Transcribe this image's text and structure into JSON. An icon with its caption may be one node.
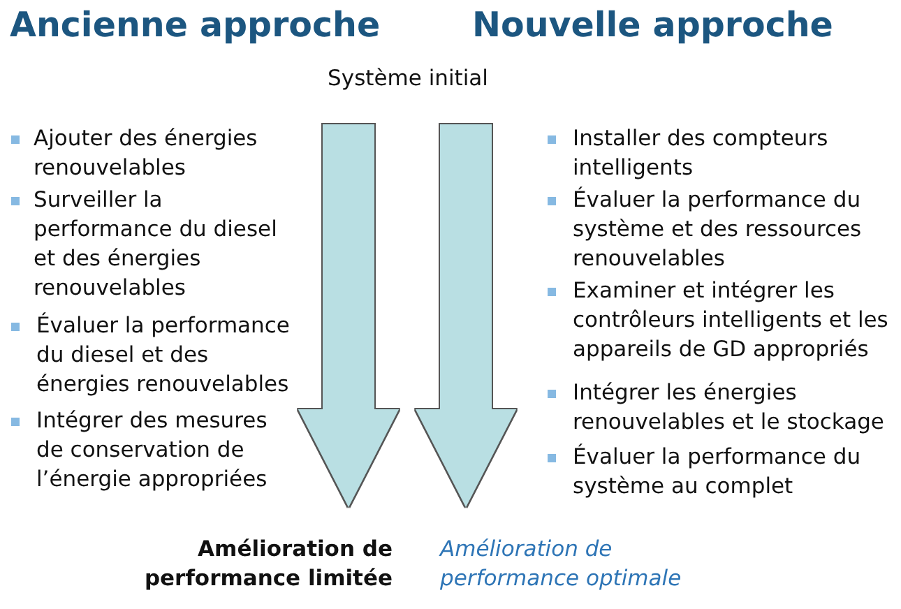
{
  "diagram": {
    "nodes": [
      {
        "text": [
          "Système initial"
        ]
      },
      {
        "text": [
          "Amélioration de performance limitée"
        ]
      },
      {
        "text": [
          "Amélioration de performance optimale"
        ]
      }
    ],
    "edges": [
      {
        "from": 0,
        "to": 1,
        "arrow": "to"
      },
      {
        "from": 0,
        "to": 2,
        "arrow": "to"
      }
    ],
    "labels": [
      "Ancienne approche",
      "Nouvelle approche",
      "Ajouter des énergies renouvelables",
      "Surveiller la performance du diesel et des énergies renouvelables",
      "Évaluer la performance du diesel et des énergies renouvelables",
      "Intégrer des mesures de conservation de l’énergie appropriées",
      "Installer des compteurs intelligents",
      "Évaluer la performance du système et des ressources renouvelables",
      "Examiner et intégrer les contrôleurs intelligents et les appareils de GD appropriés",
      "Intégrer les énergies renouvelables et le stockage",
      "Évaluer la performance du système au complet"
    ]
  }
}
